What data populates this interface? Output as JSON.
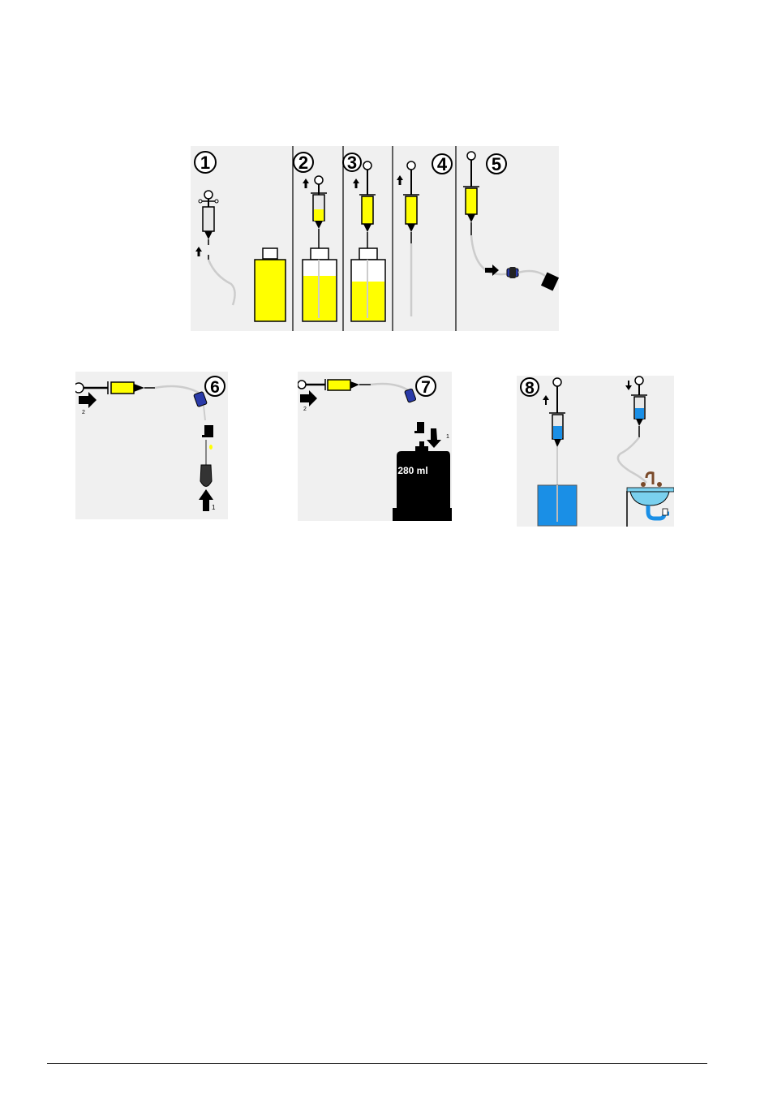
{
  "figure_top": {
    "steps": [
      "1",
      "2",
      "3",
      "4",
      "5"
    ]
  },
  "figure_bottom": {
    "step_6": {
      "number": "6",
      "arrow_1": "1",
      "arrow_2": "2"
    },
    "step_7": {
      "number": "7",
      "arrow_1": "1",
      "arrow_2": "2",
      "cartridge_label": "280 ml"
    },
    "step_8": {
      "number": "8"
    }
  },
  "colors": {
    "liquid_yellow": "#ffff00",
    "liquid_blue": "#1a8fe6",
    "panel_bg": "#f0f0f0",
    "connector_blue": "#2a3aa8"
  }
}
